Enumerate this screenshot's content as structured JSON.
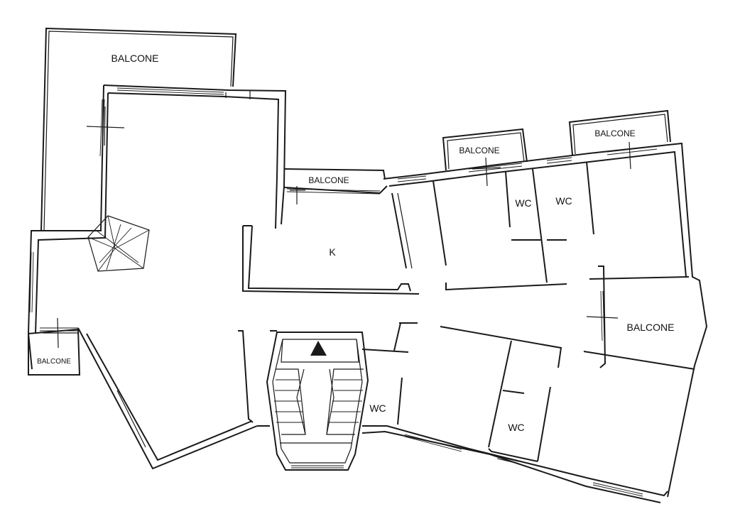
{
  "labels": {
    "balcone_top_left": "BALCONE",
    "balcone_kitchen": "BALCONE",
    "balcone_mid": "BALCONE",
    "balcone_top_right": "BALCONE",
    "balcone_right": "BALCONE",
    "balcone_small_left": "BALCONE",
    "kitchen": "K",
    "wc_1": "WC",
    "wc_2": "WC",
    "wc_3": "WC",
    "wc_4": "WC"
  }
}
